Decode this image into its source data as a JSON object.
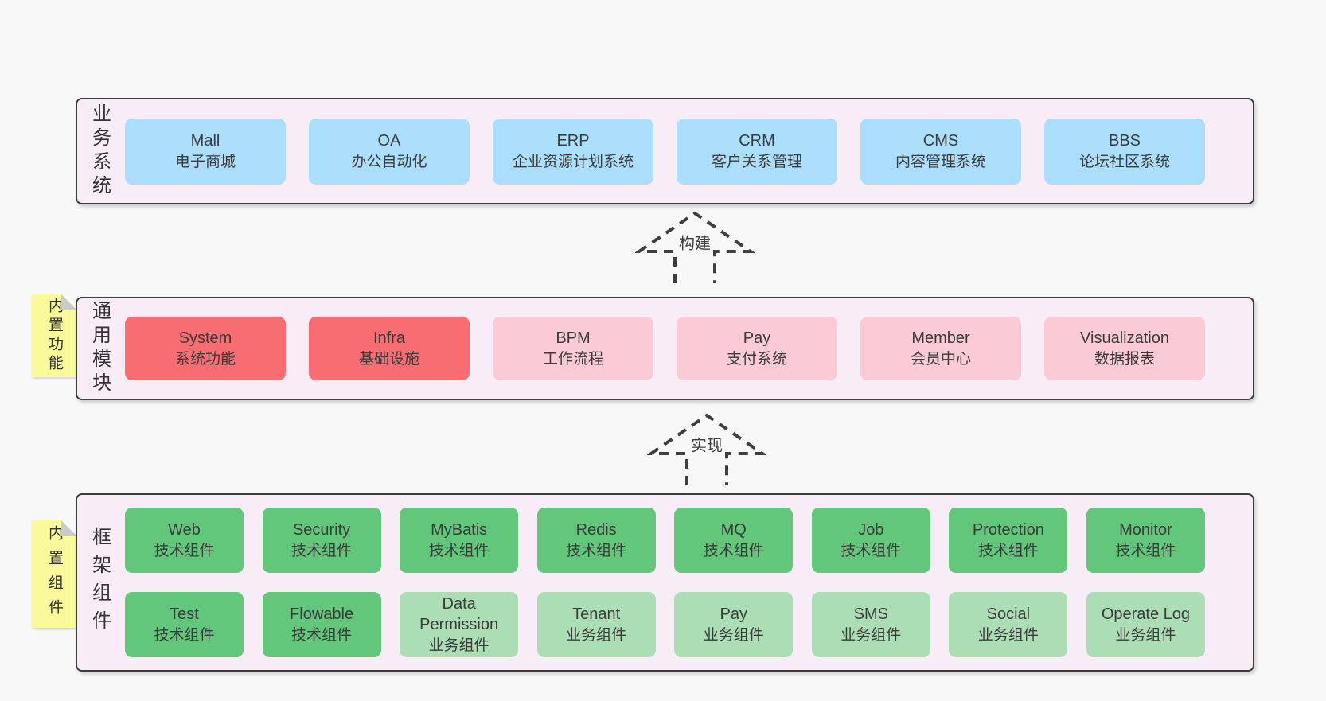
{
  "colors": {
    "page_bg": "#F8F8F8",
    "container_bg": "#F8ECF6",
    "container_border": "#3D3D3D",
    "blue": "#ABDEFA",
    "red": "#F76D72",
    "pink": "#FACBD5",
    "green": "#62C67B",
    "lightgreen": "#ACDEB6",
    "note_yellow": "#FAFA9B",
    "fold_gray": "#C9CBCA",
    "text": "#3B3B3B"
  },
  "layers": {
    "business": {
      "label": "业务系统",
      "boxes": [
        {
          "name": "Mall",
          "desc": "电子商城",
          "style": "blue"
        },
        {
          "name": "OA",
          "desc": "办公自动化",
          "style": "blue"
        },
        {
          "name": "ERP",
          "desc": "企业资源计划系统",
          "style": "blue"
        },
        {
          "name": "CRM",
          "desc": "客户关系管理",
          "style": "blue"
        },
        {
          "name": "CMS",
          "desc": "内容管理系统",
          "style": "blue"
        },
        {
          "name": "BBS",
          "desc": "论坛社区系统",
          "style": "blue"
        }
      ]
    },
    "modules": {
      "label": "通用模块",
      "note": "内置功能",
      "boxes": [
        {
          "name": "System",
          "desc": "系统功能",
          "style": "red"
        },
        {
          "name": "Infra",
          "desc": "基础设施",
          "style": "red"
        },
        {
          "name": "BPM",
          "desc": "工作流程",
          "style": "pink"
        },
        {
          "name": "Pay",
          "desc": "支付系统",
          "style": "pink"
        },
        {
          "name": "Member",
          "desc": "会员中心",
          "style": "pink"
        },
        {
          "name": "Visualization",
          "desc": "数据报表",
          "style": "pink"
        }
      ]
    },
    "components": {
      "label": "框架组件",
      "note": "内置组件",
      "rows": [
        [
          {
            "name": "Web",
            "desc": "技术组件",
            "style": "green"
          },
          {
            "name": "Security",
            "desc": "技术组件",
            "style": "green"
          },
          {
            "name": "MyBatis",
            "desc": "技术组件",
            "style": "green"
          },
          {
            "name": "Redis",
            "desc": "技术组件",
            "style": "green"
          },
          {
            "name": "MQ",
            "desc": "技术组件",
            "style": "green"
          },
          {
            "name": "Job",
            "desc": "技术组件",
            "style": "green"
          },
          {
            "name": "Protection",
            "desc": "技术组件",
            "style": "green"
          },
          {
            "name": "Monitor",
            "desc": "技术组件",
            "style": "green"
          }
        ],
        [
          {
            "name": "Test",
            "desc": "技术组件",
            "style": "green"
          },
          {
            "name": "Flowable",
            "desc": "技术组件",
            "style": "green"
          },
          {
            "name": "Data Permission",
            "desc": "业务组件",
            "style": "lightgreen"
          },
          {
            "name": "Tenant",
            "desc": "业务组件",
            "style": "lightgreen"
          },
          {
            "name": "Pay",
            "desc": "业务组件",
            "style": "lightgreen"
          },
          {
            "name": "SMS",
            "desc": "业务组件",
            "style": "lightgreen"
          },
          {
            "name": "Social",
            "desc": "业务组件",
            "style": "lightgreen"
          },
          {
            "name": "Operate Log",
            "desc": "业务组件",
            "style": "lightgreen"
          }
        ]
      ]
    }
  },
  "arrows": {
    "build": {
      "label": "构建"
    },
    "implement": {
      "label": "实现"
    }
  }
}
